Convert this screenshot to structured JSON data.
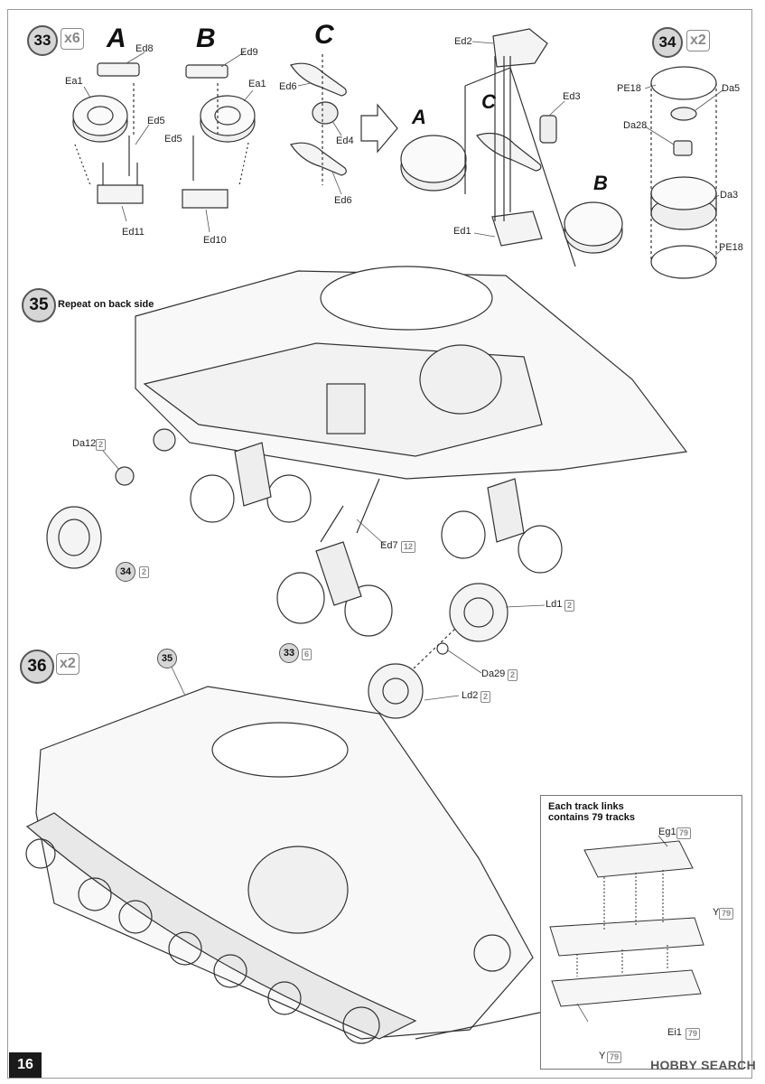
{
  "page_number": "16",
  "watermark": "HOBBY SEARCH",
  "steps": {
    "s33": {
      "number": "33",
      "multiplier": "x6"
    },
    "s34": {
      "number": "34",
      "multiplier": "x2"
    },
    "s35": {
      "number": "35",
      "note": "Repeat on back side"
    },
    "s36": {
      "number": "36",
      "multiplier": "x2",
      "ref": "35"
    }
  },
  "assembly_letters": {
    "a": "A",
    "b": "B",
    "c": "C"
  },
  "parts": {
    "ea1": "Ea1",
    "ed8": "Ed8",
    "ed5": "Ed5",
    "ed11": "Ed11",
    "ed9": "Ed9",
    "ed10": "Ed10",
    "ed6": "Ed6",
    "ed4": "Ed4",
    "ed2": "Ed2",
    "ed3": "Ed3",
    "ed1": "Ed1",
    "pe18": "PE18",
    "da5": "Da5",
    "da28": "Da28",
    "da3": "Da3",
    "da12": "Da12",
    "ed7": "Ed7",
    "ld1": "Ld1",
    "da29": "Da29",
    "ld2": "Ld2",
    "eg1": "Eg1",
    "y": "Y",
    "ei1": "Ei1"
  },
  "quantities": {
    "q2": "2",
    "q12": "12",
    "q6": "6",
    "q79": "79"
  },
  "track_note": "Each track links contains 79 tracks"
}
